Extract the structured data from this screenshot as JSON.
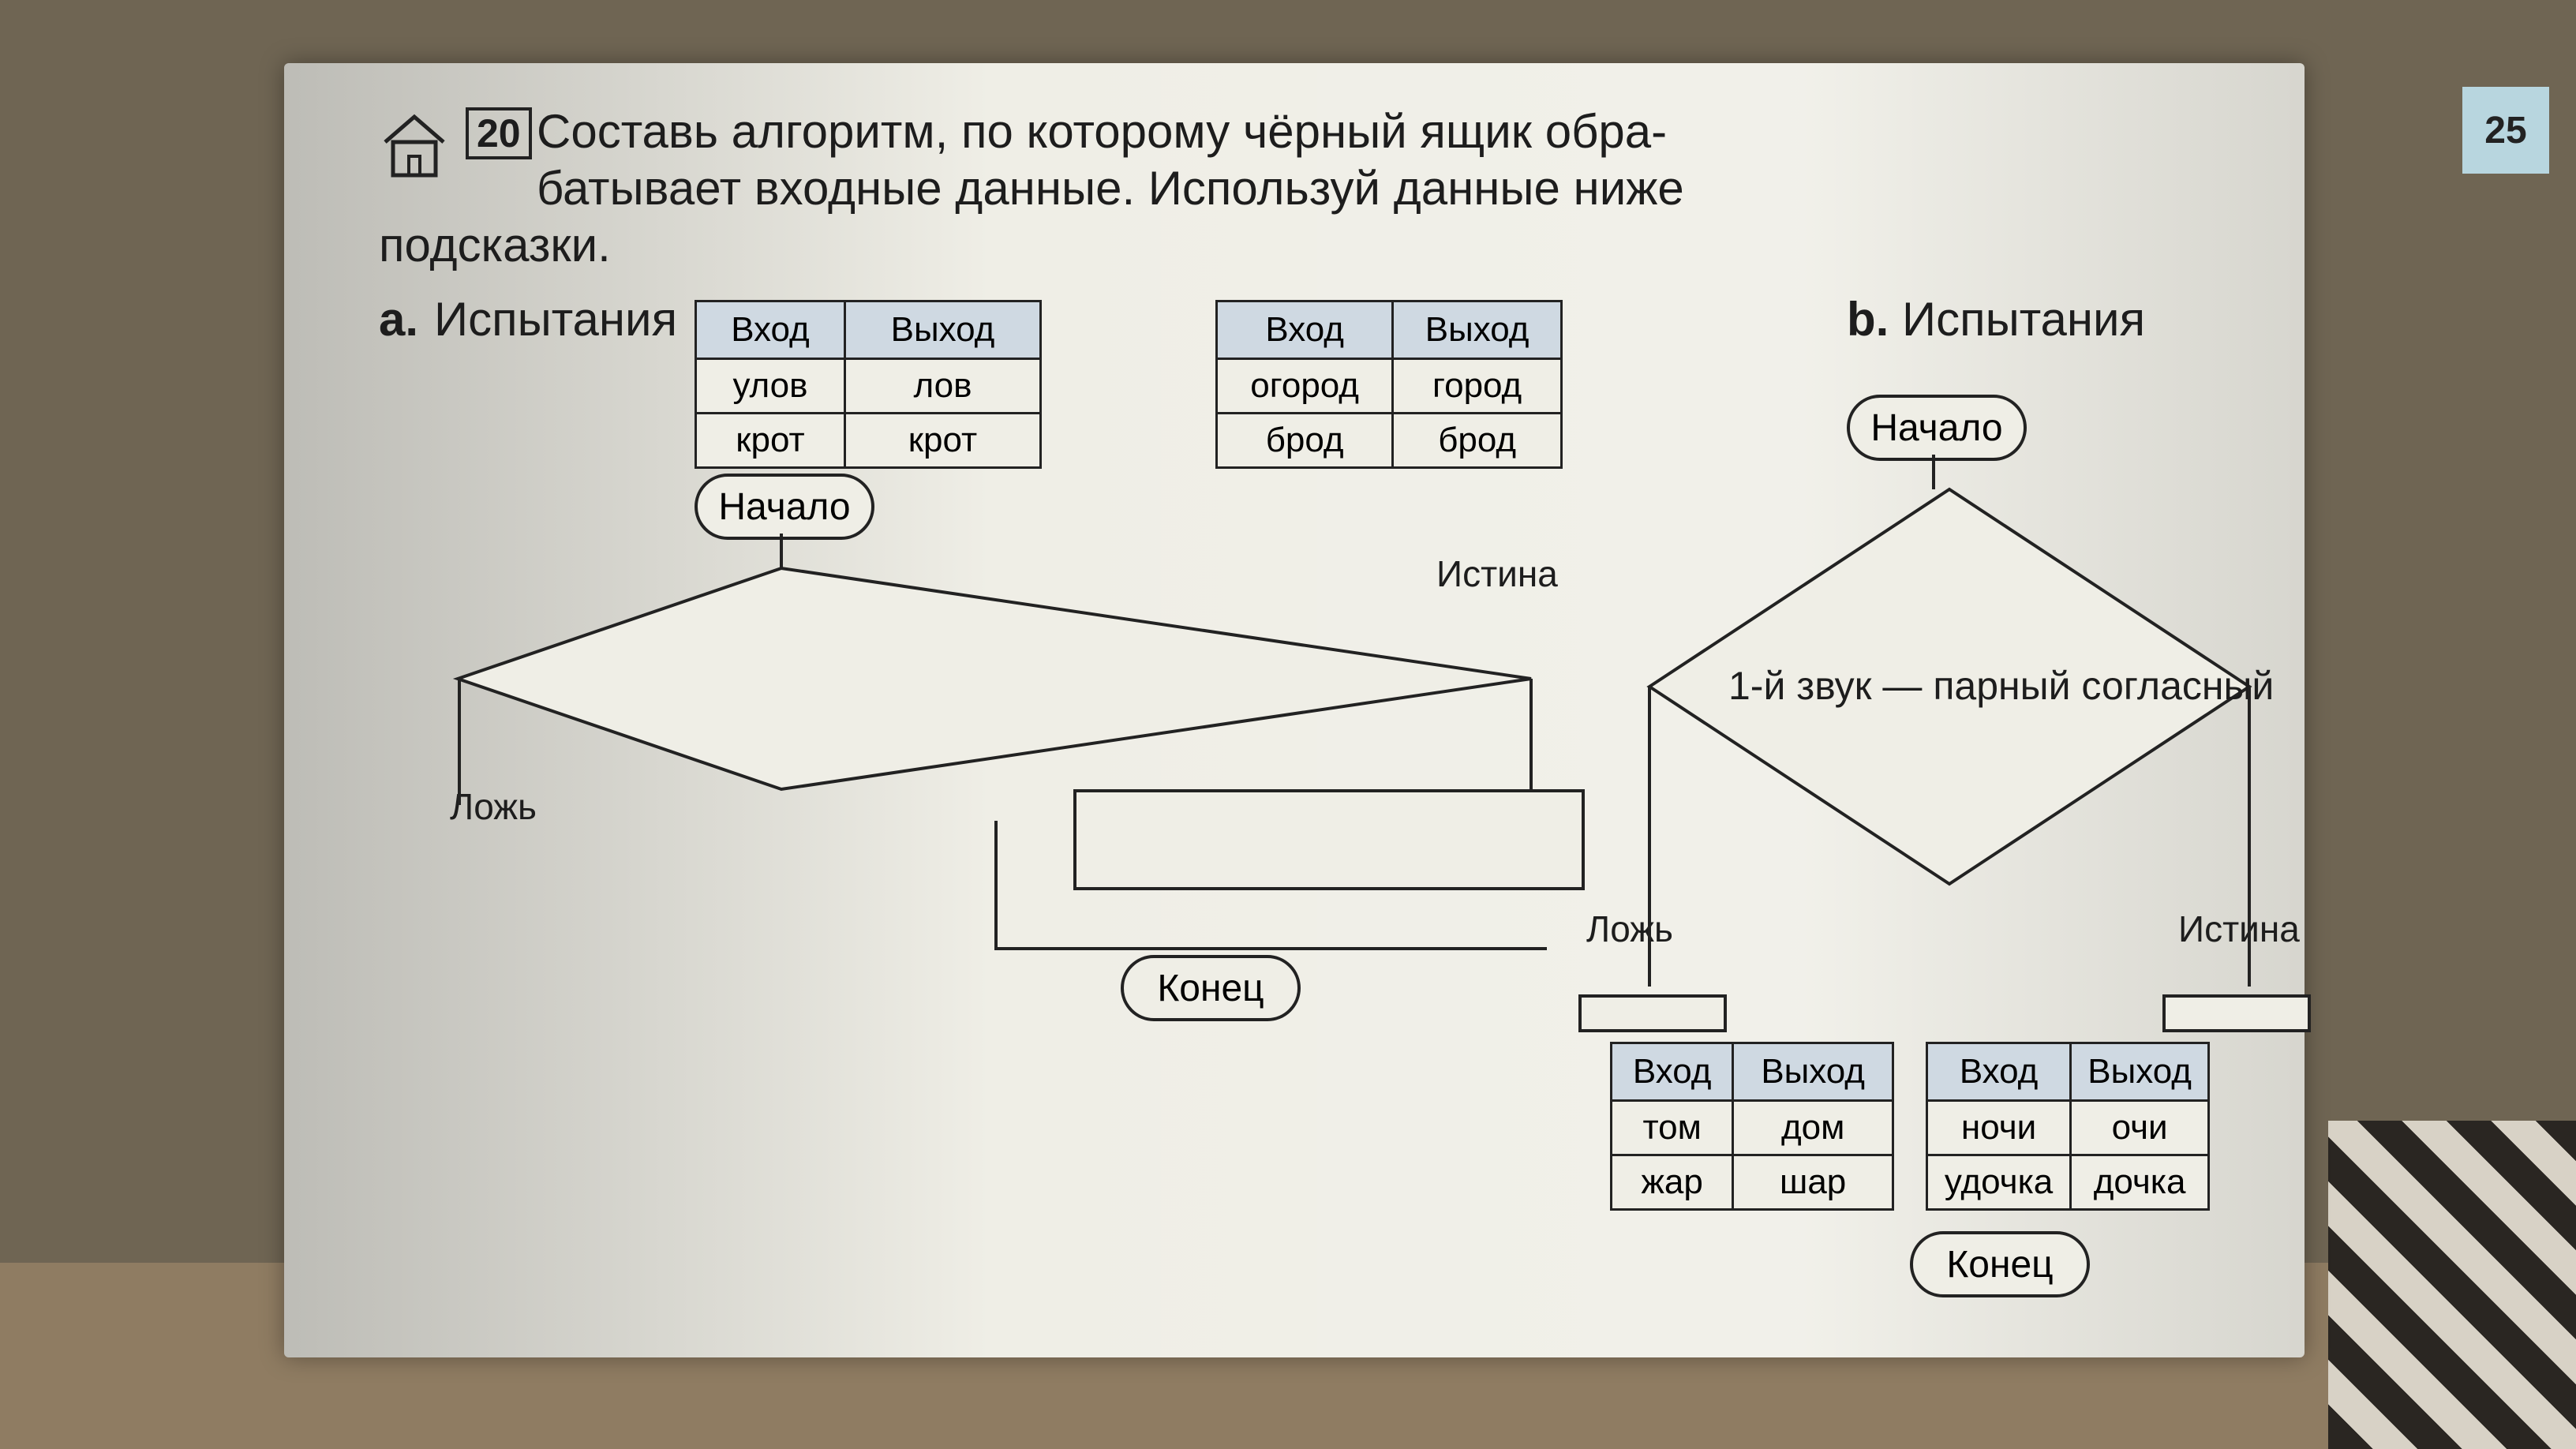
{
  "task": {
    "number": "20",
    "line1": "Составь алгоритм, по которому чёрный ящик обра-",
    "line2": "батывает входные данные. Используй данные ниже",
    "line3": "подсказки."
  },
  "part_a": {
    "marker": "a.",
    "title": "Испытания",
    "tables": [
      {
        "headers": [
          "Вход",
          "Выход"
        ],
        "rows": [
          [
            "улов",
            "лов"
          ],
          [
            "крот",
            "крот"
          ]
        ]
      },
      {
        "headers": [
          "Вход",
          "Выход"
        ],
        "rows": [
          [
            "огород",
            "город"
          ],
          [
            "брод",
            "брод"
          ]
        ]
      }
    ],
    "start": "Начало",
    "end": "Конец",
    "false_label": "Ложь",
    "true_label": "Истина"
  },
  "part_b": {
    "marker": "b.",
    "title": "Испытания",
    "tables": [
      {
        "headers": [
          "Вход",
          "Выход"
        ],
        "rows": [
          [
            "том",
            "дом"
          ],
          [
            "жар",
            "шар"
          ]
        ]
      },
      {
        "headers": [
          "Вход",
          "Выход"
        ],
        "rows": [
          [
            "ночи",
            "очи"
          ],
          [
            "удочка",
            "дочка"
          ]
        ]
      }
    ],
    "start": "Начало",
    "end": "Конец",
    "condition": "1-й звук — парный согласный",
    "false_label": "Ложь",
    "true_label": "Истина"
  },
  "page_number": "25",
  "icon": "house-icon"
}
